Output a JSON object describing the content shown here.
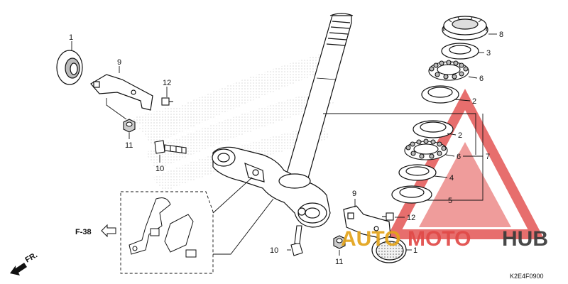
{
  "diagram": {
    "callouts": [
      "1",
      "9",
      "12",
      "11",
      "10",
      "8",
      "3",
      "6",
      "2",
      "2",
      "6",
      "7",
      "4",
      "5",
      "9",
      "12",
      "10",
      "11",
      "1"
    ],
    "reference": "F-38",
    "direction": "FR.",
    "diagram_code": "K2E4F0900"
  },
  "watermark": {
    "part1": "AUTO",
    "part2": "MOTO",
    "part3": "HUB",
    "colors": {
      "auto": "#e3a31a",
      "moto": "#e14a48",
      "hub": "#3a3a3a",
      "triangle": "#e14a48"
    }
  }
}
